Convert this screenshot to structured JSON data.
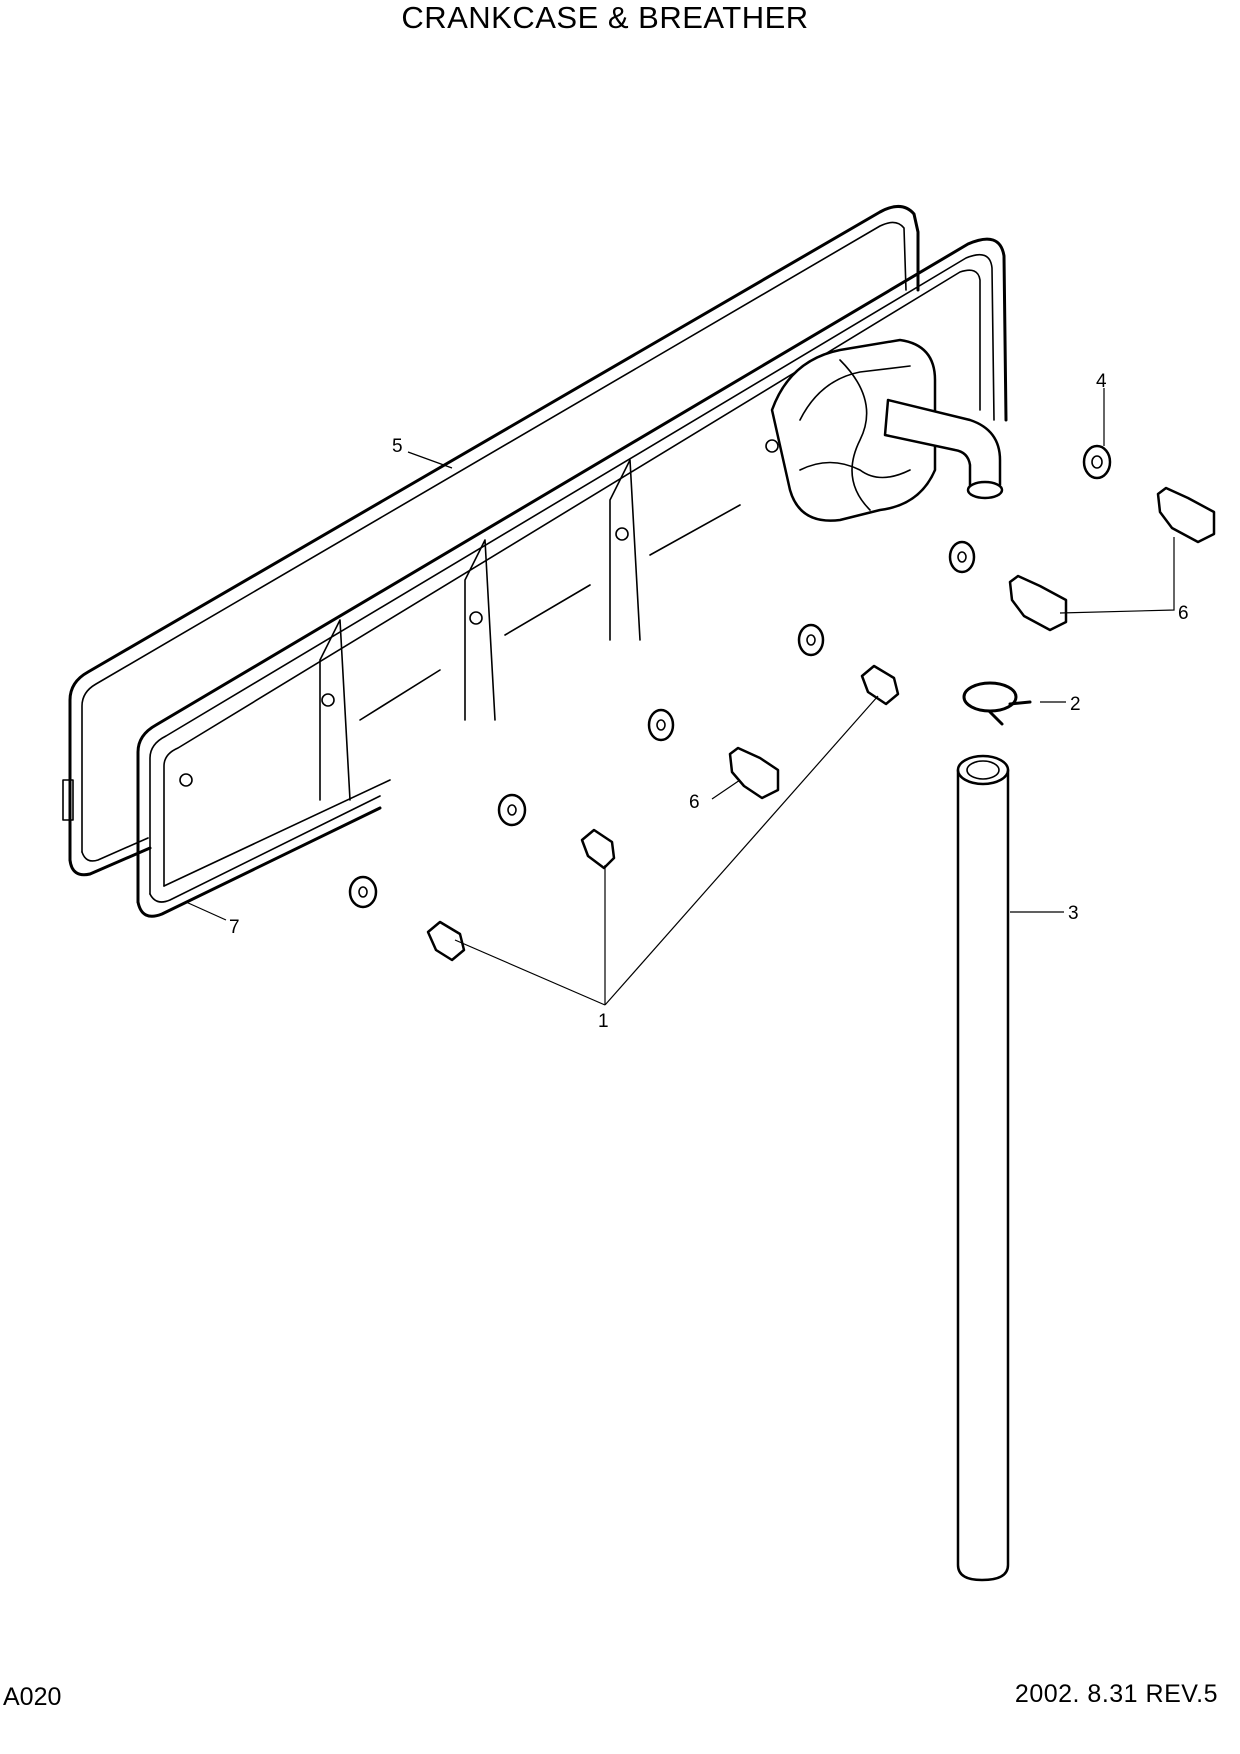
{
  "title": "CRANKCASE & BREATHER",
  "page_code": "A020",
  "revision": "2002. 8.31 REV.5",
  "callouts": {
    "c1": "1",
    "c2": "2",
    "c3": "3",
    "c4": "4",
    "c5": "5",
    "c6a": "6",
    "c6b": "6",
    "c7": "7"
  }
}
